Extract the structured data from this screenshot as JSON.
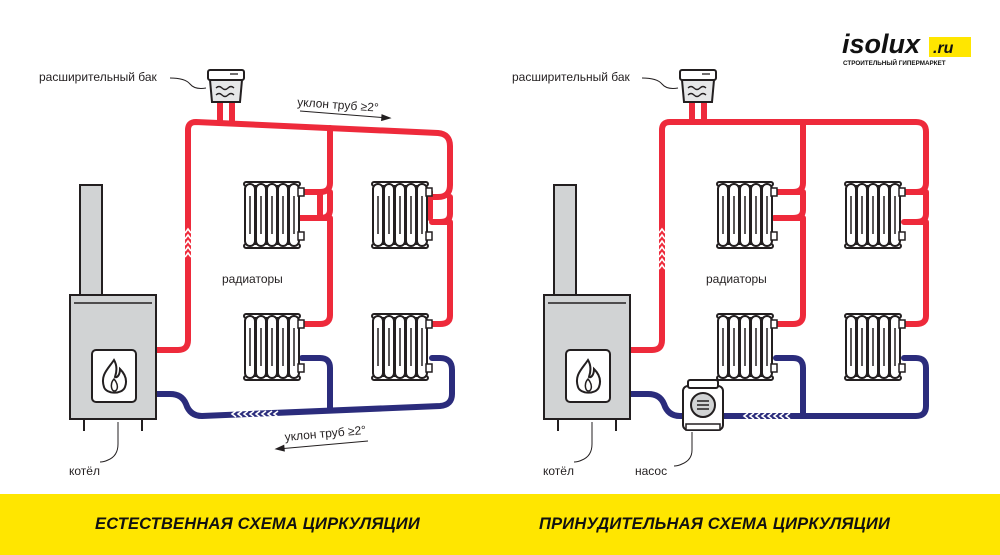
{
  "brand": {
    "name": "isolux",
    "domain": ".ru",
    "tagline": "СТРОИТЕЛЬНЫЙ ГИПЕРМАРКЕТ"
  },
  "left_scheme": {
    "expansion_tank_label": "расширительный бак",
    "slope_top_label": "уклон труб ≥2°",
    "slope_bottom_label": "уклон труб ≥2°",
    "radiators_label": "радиаторы",
    "boiler_label": "котёл",
    "caption": "ЕСТЕСТВЕННАЯ СХЕМА ЦИРКУЛЯЦИИ"
  },
  "right_scheme": {
    "expansion_tank_label": "расширительный бак",
    "radiators_label": "радиаторы",
    "boiler_label": "котёл",
    "pump_label": "насос",
    "caption": "ПРИНУДИТЕЛЬНАЯ СХЕМА ЦИРКУЛЯЦИИ"
  },
  "colors": {
    "hot_pipe": "#ee2a3b",
    "cold_pipe": "#2b2c7c",
    "footer": "#ffe600",
    "outline": "#231f20"
  }
}
